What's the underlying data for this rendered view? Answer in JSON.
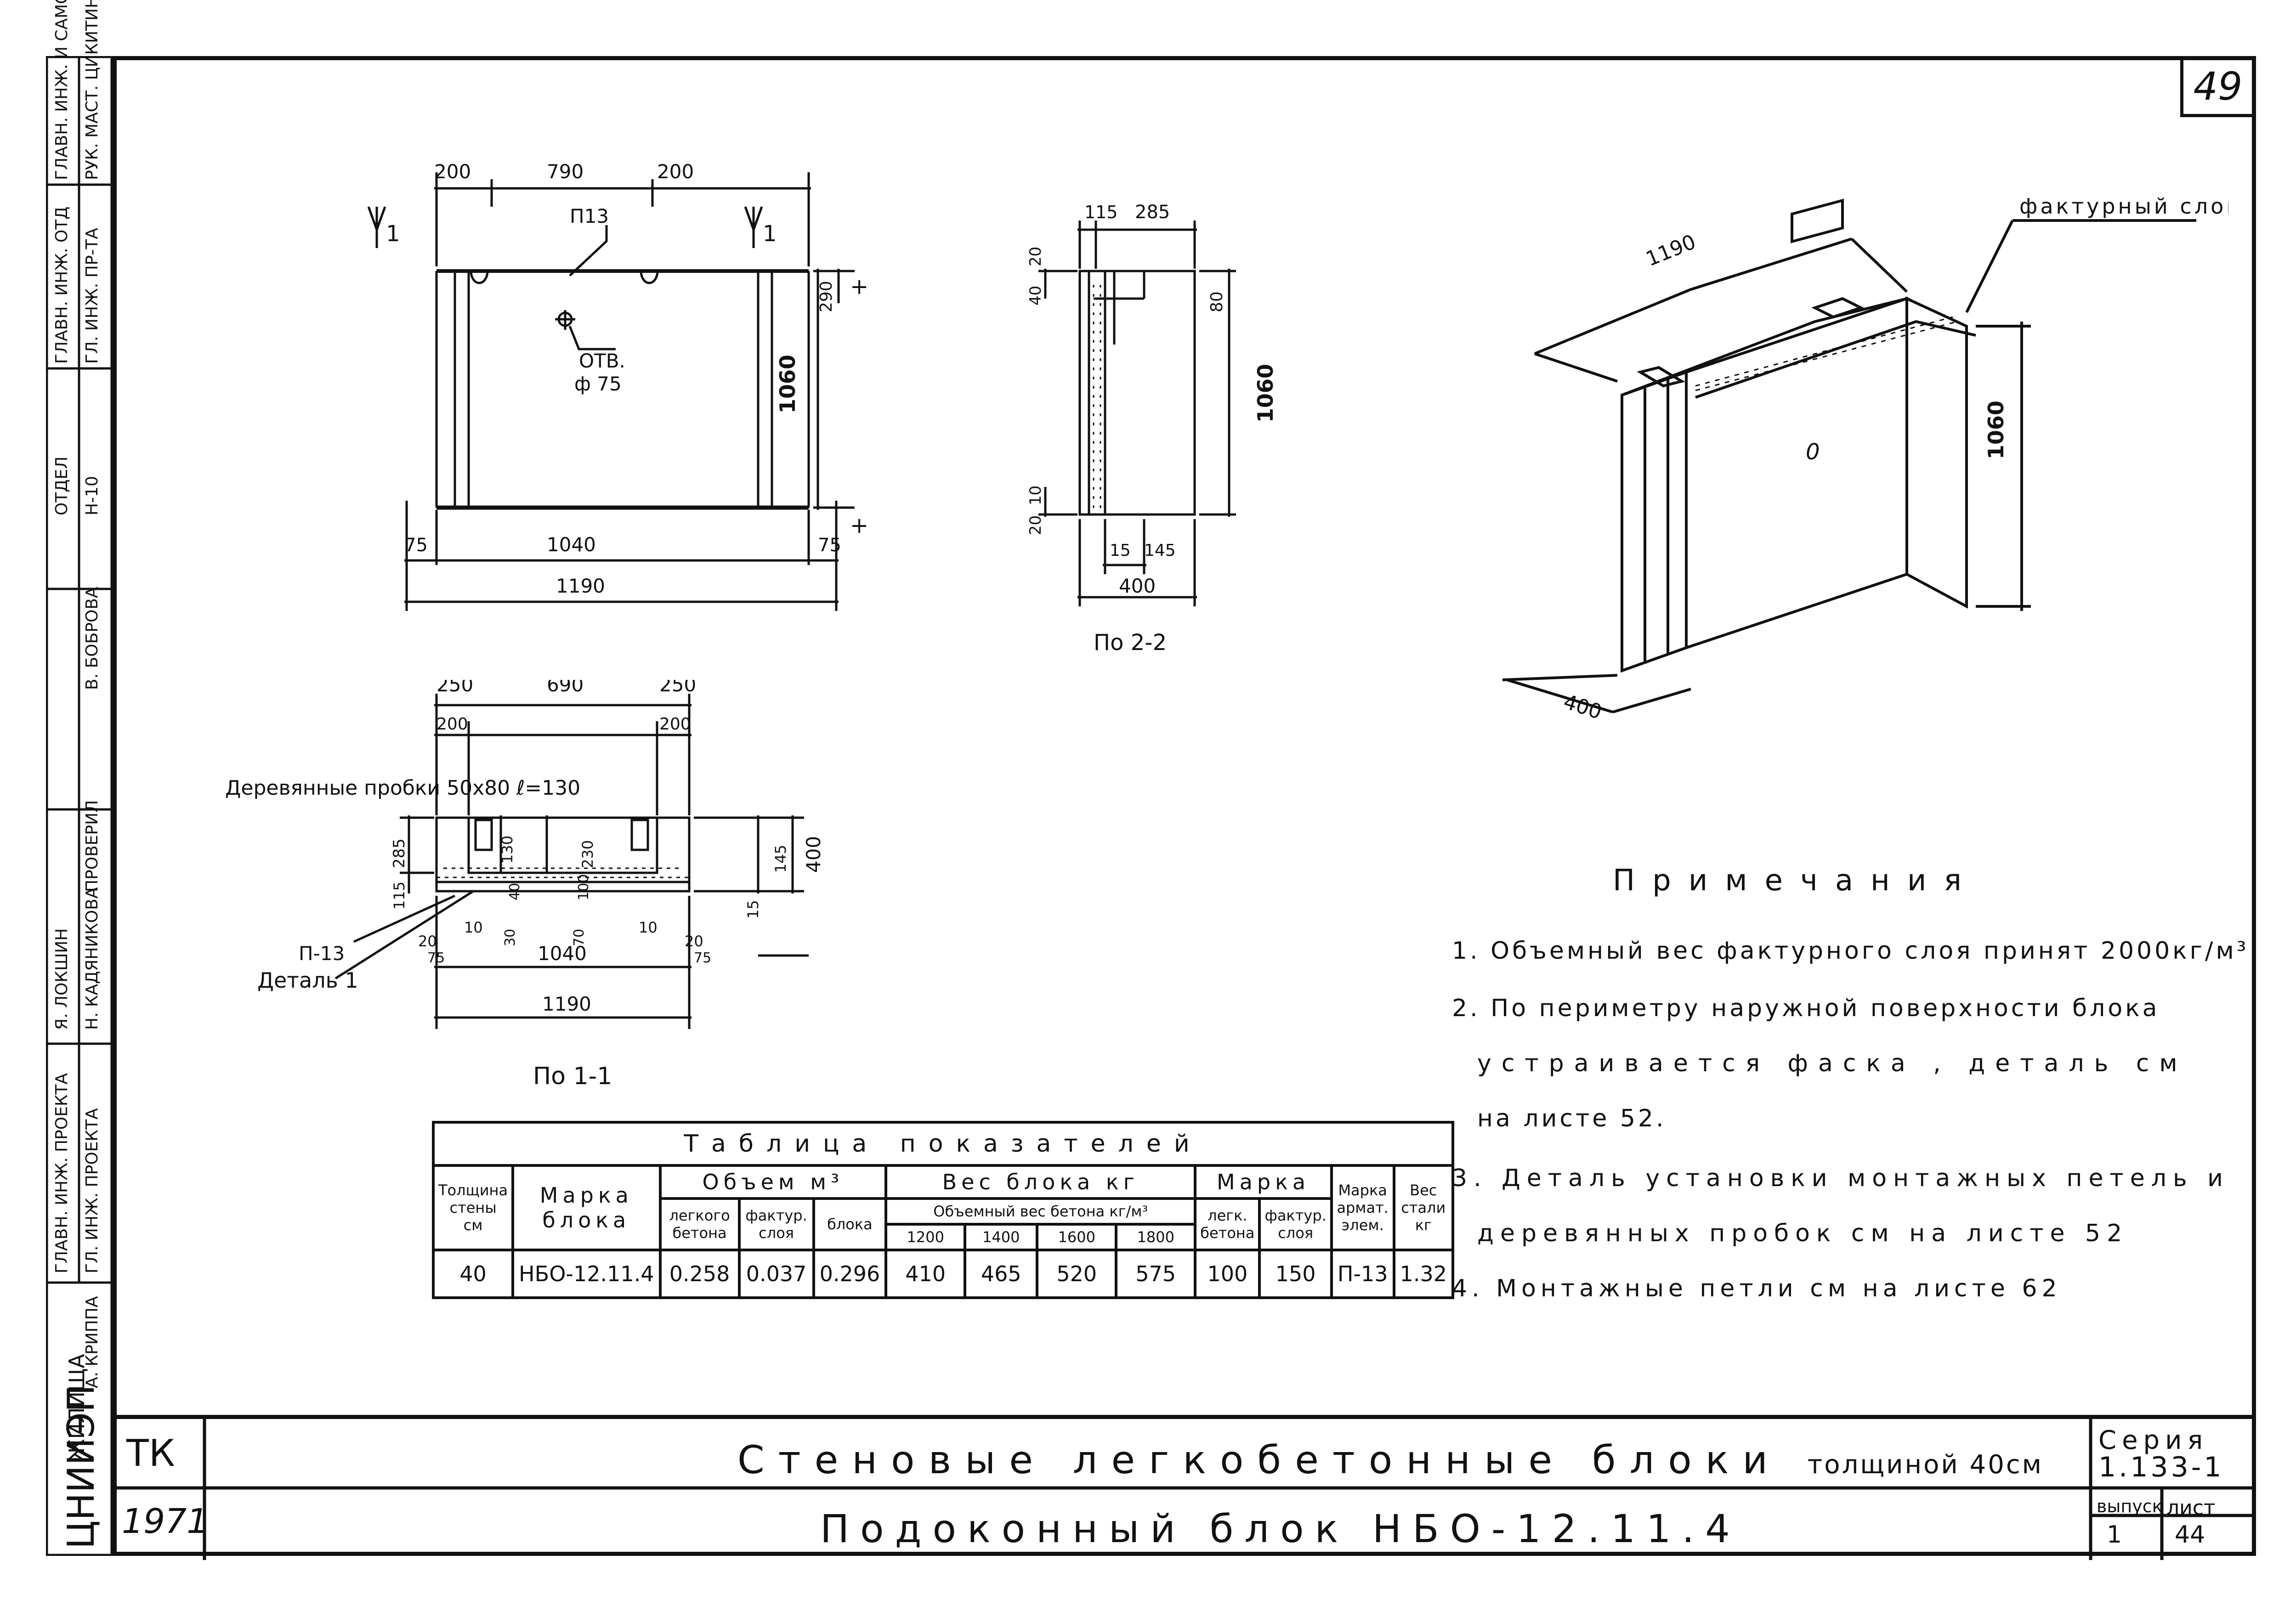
{
  "sheet_number": "49",
  "side_stamp": {
    "labels": [
      "ГЛАВН. ИНЖ. И САМОЙЛ",
      "РУК. МАСТ. ЦИКИТИН",
      "ГЛАВН. ИНЖ. ОТД",
      "ГЛ. ИНЖ. ПР-ТА",
      "ОТДЕЛ",
      "Н-10",
      "В. БОБРОВА",
      "ПРОВЕРИЛ",
      "Я. ЛОКШИН",
      "Н. КАДЯНИКОВА",
      "ГЛАВН. ИНЖ. ПРОЕКТА",
      "ГЛ. ИНЖ. ПРОЕКТА",
      "А. КРИППА",
      "ЖИЛИЩА",
      "ЦНИИЭП"
    ]
  },
  "plan_view": {
    "dims_top": [
      "200",
      "790",
      "200"
    ],
    "section_mark": "1",
    "loop_label": "П13",
    "hole_label": "ОТВ.",
    "hole_diam": "ф 75",
    "dim_290": "290",
    "height": "1060",
    "dims_bottom": [
      "75",
      "1040",
      "75"
    ],
    "total": "1190",
    "lev_top": "+",
    "lev_bot": "+"
  },
  "section_2": {
    "dims_top": [
      "115",
      "285"
    ],
    "d20": "20",
    "d40": "40",
    "d80": "80",
    "height": "1060",
    "d10": "10",
    "d20b": "20",
    "dims_bottom": [
      "15",
      "145"
    ],
    "width": "400",
    "caption": "По 2-2"
  },
  "section_1": {
    "dims_top": [
      "250",
      "690",
      "250"
    ],
    "dims_top2": [
      "200",
      "200"
    ],
    "wood_label": "Деревянные пробки  50х80 ℓ=130",
    "d285": "285",
    "d130": "130",
    "d230": "230",
    "d115": "115",
    "d145": "145",
    "d15": "15",
    "d400": "400",
    "d40": "40",
    "d100": "100",
    "d30": "30",
    "d70": "70",
    "d10a": "10",
    "d10b": "10",
    "d20a": "20",
    "d20b": "20",
    "d75a": "75",
    "d75b": "75",
    "d1040": "1040",
    "d1190": "1190",
    "p13": "П-13",
    "detail": "Деталь 1",
    "caption": "По 1-1"
  },
  "iso_view": {
    "layer_label": "фактурный слой",
    "len": "1190",
    "height": "1060",
    "depth": "400",
    "mark": "0"
  },
  "notes": {
    "title": "Примечания",
    "items": [
      "1. Объемный вес фактурного слоя принят 2000кг/м³",
      "2. По периметру наружной поверхности блока",
      "устраивается фаска , деталь см",
      "на листе 52.",
      "3. Деталь установки монтажных петель и",
      "деревянных пробок см на листе 52",
      "4. Монтажные петли см на листе 62"
    ]
  },
  "indicators_table": {
    "title": "Таблица показателей",
    "h_thick": "Толщина стены см",
    "h_mark": "Марка блока",
    "h_volume": "Объем м³",
    "h_light": "легкого бетона",
    "h_fact": "фактур. слоя",
    "h_block": "блока",
    "h_weight": "Вес блока кг",
    "h_weight_sub": "Объемный вес бетона кг/м³",
    "dens": [
      "1200",
      "1400",
      "1600",
      "1800"
    ],
    "h_marka": "Марка",
    "h_lb": "легк. бетона",
    "h_fs": "фактур. слоя",
    "h_arm": "Марка армат. элем.",
    "h_steel": "Вес стали кг",
    "row": [
      "40",
      "НБО-12.11.4",
      "0.258",
      "0.037",
      "0.296",
      "410",
      "465",
      "520",
      "575",
      "100",
      "150",
      "П-13",
      "1.32"
    ]
  },
  "title_block": {
    "org": "ТК",
    "year": "1971",
    "title": "Стеновые легкобетонные блоки",
    "title_small": "толщиной 40см",
    "subtitle": "Подоконный блок НБО-12.11.4",
    "series_label": "Серия",
    "series": "1.133-1",
    "issue_label": "выпуск",
    "issue": "1",
    "sheet_label": "лист",
    "sheet": "44"
  }
}
